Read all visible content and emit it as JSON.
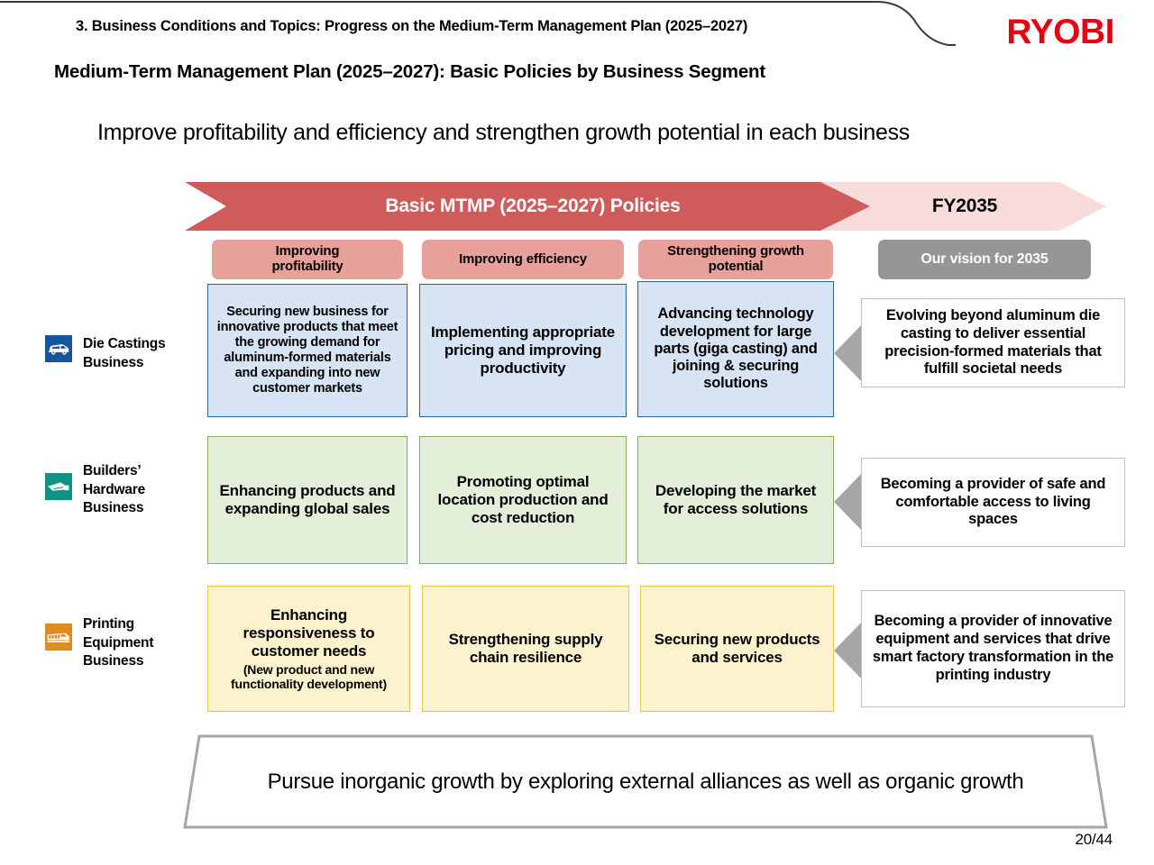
{
  "header": {
    "breadcrumb": "3. Business Conditions and Topics: Progress on the Medium-Term Management Plan (2025–2027)",
    "logo": "RYOBI",
    "slide_title": "Medium-Term Management Plan (2025–2027): Basic Policies by Business Segment",
    "lead": "Improve profitability and efficiency and strengthen growth potential in each business"
  },
  "banner": {
    "main_label": "Basic MTMP (2025–2027) Policies",
    "future_label": "FY2035",
    "main_color": "#CF5B5B",
    "future_color": "#F8DCDC"
  },
  "columns": [
    {
      "label": "Improving\nprofitability"
    },
    {
      "label": "Improving efficiency"
    },
    {
      "label": "Strengthening growth\npotential"
    }
  ],
  "column_labels": {
    "c1": "Improving profitability",
    "c1_l1": "Improving",
    "c1_l2": "profitability",
    "c2": "Improving efficiency",
    "c3_l1": "Strengthening growth",
    "c3_l2": "potential",
    "vision": "Our vision for 2035",
    "vision_color": "#969696"
  },
  "segments": [
    {
      "name": "Die Castings Business",
      "label_l1": "Die Castings",
      "label_l2": "Business",
      "icon": "car-icon",
      "icon_color": "#17569B",
      "box_color": "#D6E4F3",
      "border_color": "#2E6393",
      "cells": [
        {
          "text": "Securing new business for innovative products that meet the growing demand for aluminum-formed materials and expanding into new customer markets"
        },
        {
          "text": "Implementing appropriate pricing and improving productivity"
        },
        {
          "text": "Advancing technology development for large parts (giga casting) and joining & securing solutions"
        }
      ],
      "vision": "Evolving beyond aluminum die casting to deliver essential precision-formed materials that fulfill societal needs"
    },
    {
      "name": "Builders' Hardware Business",
      "label_l1": "Builders’",
      "label_l2": "Hardware",
      "label_l3": "Business",
      "icon": "door-closer-icon",
      "icon_color": "#0E9384",
      "box_color": "#E4EFDA",
      "border_color": "#86B05C",
      "cells": [
        {
          "text": "Enhancing products and expanding global sales"
        },
        {
          "text": "Promoting optimal location production and cost reduction"
        },
        {
          "text": "Developing the market for access solutions"
        }
      ],
      "vision": "Becoming a provider of safe and comfortable access to living spaces"
    },
    {
      "name": "Printing Equipment Business",
      "label_l1": "Printing",
      "label_l2": "Equipment",
      "label_l3": "Business",
      "icon": "printing-press-icon",
      "icon_color": "#E08B1E",
      "box_color": "#FDF2CE",
      "border_color": "#E8C53F",
      "cells": [
        {
          "text": "Enhancing responsiveness to customer needs",
          "sub": "(New product and new functionality development)"
        },
        {
          "text": "Strengthening supply chain resilience"
        },
        {
          "text": "Securing new products and services"
        }
      ],
      "vision": "Becoming a provider of innovative equipment and services that drive smart factory transformation in the printing industry"
    }
  ],
  "footer": {
    "band_text": "Pursue inorganic growth by exploring external alliances as well as organic growth",
    "page": "20/44"
  }
}
